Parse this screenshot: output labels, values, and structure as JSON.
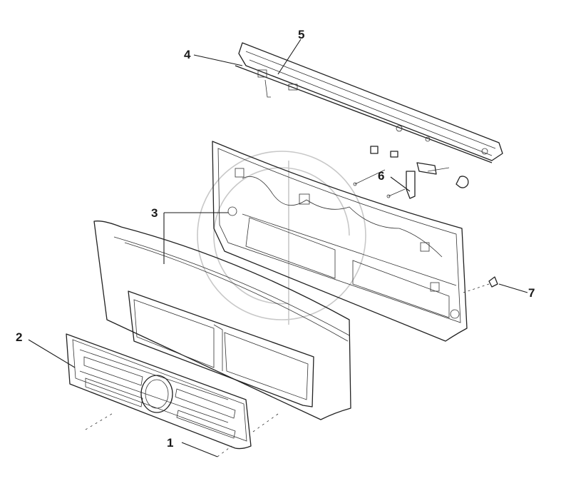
{
  "callouts": [
    "1",
    "2",
    "3",
    "4",
    "5",
    "6",
    "7"
  ],
  "colors": {
    "line": "#1a1a1a",
    "watermark": "#c8c8c8",
    "background": "#ffffff"
  }
}
